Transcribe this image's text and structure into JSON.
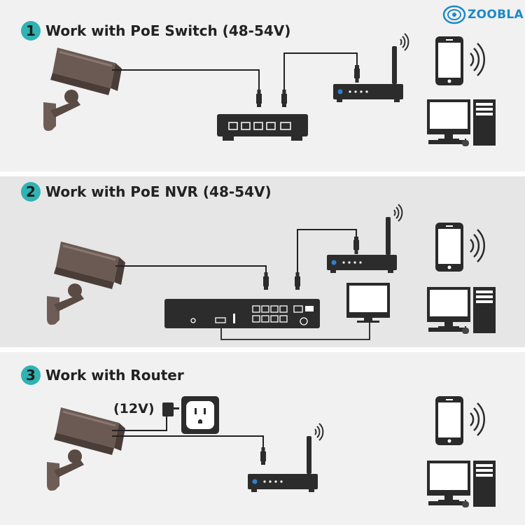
{
  "brand": {
    "name": "ZOOBLA",
    "color": "#1d89c7"
  },
  "sections": [
    {
      "number": "1",
      "title": "Work with PoE Switch (48-54V)"
    },
    {
      "number": "2",
      "title": "Work with PoE NVR (48-54V)"
    },
    {
      "number": "3",
      "title": "Work with Router"
    }
  ],
  "power_label": "(12V)",
  "icons": [
    "camera-icon",
    "poe-switch-icon",
    "router-icon",
    "nvr-icon",
    "monitor-icon",
    "power-adapter-icon",
    "wall-outlet-icon",
    "smartphone-icon",
    "desktop-computer-icon",
    "wifi-icon"
  ],
  "colors": {
    "accent": "#2fb3b3",
    "device": "#2c2c2c",
    "camera": "#6b5a53",
    "led": "#2f7fd0"
  }
}
